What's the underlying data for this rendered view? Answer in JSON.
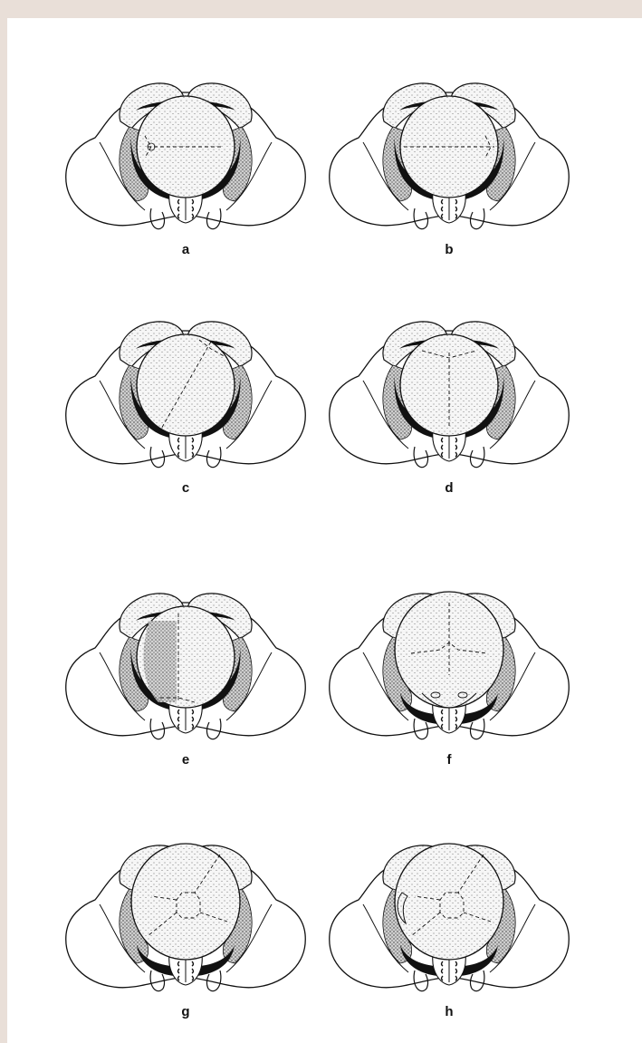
{
  "figure": {
    "panels": [
      {
        "label": "a",
        "fontanelle": "left-anterior",
        "rotation": 0,
        "descent": 0
      },
      {
        "label": "b",
        "fontanelle": "none",
        "rotation": 0,
        "descent": 0
      },
      {
        "label": "c",
        "fontanelle": "diagonal",
        "rotation": 0,
        "descent": 0
      },
      {
        "label": "d",
        "fontanelle": "posterior",
        "rotation": 0,
        "descent": 0
      },
      {
        "label": "e",
        "fontanelle": "asymmetric",
        "rotation": 0,
        "descent": 0
      },
      {
        "label": "f",
        "fontanelle": "anterior-face",
        "rotation": 0,
        "descent": 1
      },
      {
        "label": "g",
        "fontanelle": "anterior-oblique",
        "rotation": 0,
        "descent": 1
      },
      {
        "label": "h",
        "fontanelle": "anterior-oblique-ear",
        "rotation": 0,
        "descent": 1
      }
    ],
    "colors": {
      "ink": "#111111",
      "paper": "#ffffff",
      "stipple": "#5a5a5a",
      "background": "#e9dfd8"
    }
  }
}
